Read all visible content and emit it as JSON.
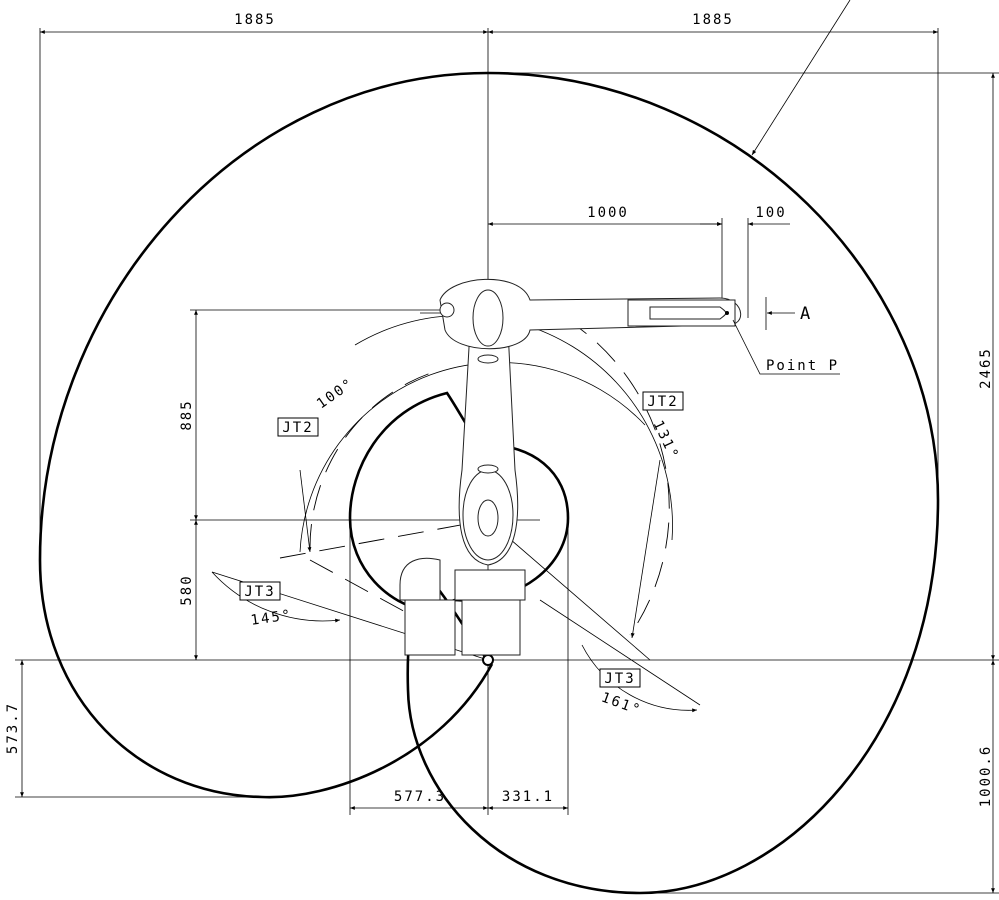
{
  "dimensions": {
    "top_left_width": "1885",
    "top_right_width": "1885",
    "total_height": "2465",
    "below_base": "1000.6",
    "left_below_base": "573.7",
    "arm_upper": "885",
    "arm_lower": "580",
    "bottom_left": "577.3",
    "bottom_right": "331.1",
    "arm_reach": "1000",
    "wrist_offset": "100"
  },
  "labels": {
    "point_p": "Point P",
    "view_a": "A",
    "jt2_left": "JT2",
    "jt2_right": "JT2",
    "jt3_left": "JT3",
    "jt3_right": "JT3",
    "jt2_left_angle": "100°",
    "jt2_right_angle": "131°",
    "jt3_left_angle": "145°",
    "jt3_right_angle": "161°"
  }
}
